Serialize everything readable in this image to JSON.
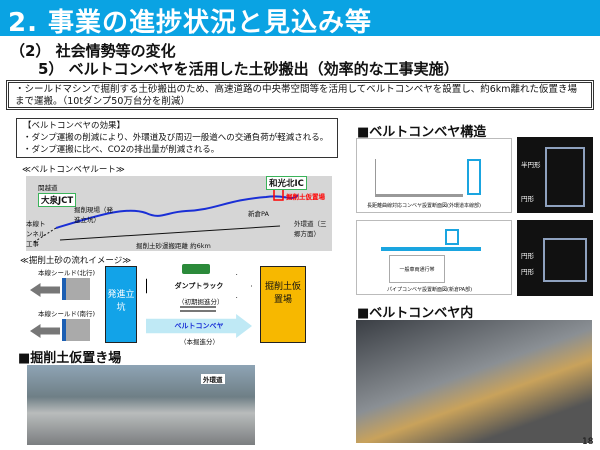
{
  "title": "2. 事業の進捗状況と見込み等",
  "section": "（2） 社会情勢等の変化",
  "subsection": "5） ベルトコンベヤを活用した土砂搬出（効率的な工事実施）",
  "summary": "・シールドマシンで掘削する土砂搬出のため、高速道路の中央帯空間等を活用してベルトコンベヤを設置し、約6km離れた仮置き場まで運搬。（10tダンプ50万台分を削減）",
  "effects": {
    "heading": "【ベルトコンベヤの効果】",
    "items": [
      "・ダンプ運搬の削減により、外環道及び周辺一般道への交通負荷が軽減される。",
      "・ダンプ運搬に比べ、CO2の排出量が削減される。"
    ]
  },
  "route": {
    "heading": "≪ベルトコンベヤルート≫",
    "kanetsu": "関越道",
    "oizumi": "大泉JCT",
    "wako": "和光北IC",
    "yard": "掘削土仮置場",
    "site": "掘削現場（発進立坑）",
    "tunnel": "本線トンネル工事",
    "niikura": "新倉PA",
    "gaikan": "外環道（三郷方面）",
    "distance": "掘削土砂運搬距離 約6km"
  },
  "flow": {
    "heading": "≪掘削土砂の流れイメージ≫",
    "north": "本線シールド(北行)",
    "south": "本線シールド(南行)",
    "shaft": "発進立坑",
    "truck": "ダンプトラック",
    "truck_note": "（初期掘進分）",
    "conveyor": "ベルトコンベヤ",
    "conveyor_note": "（本掘進分）",
    "yard": "掘削土仮置場"
  },
  "yard_section": {
    "heading": "■掘削土仮置き場",
    "label": "外環道"
  },
  "structure": {
    "heading": "■ベルトコンベヤ構造",
    "cap1": "長距離曲線対応コンベヤ設置断面図(外環道本線部)",
    "cap2": "パイプコンベヤ設置断面図(新倉PA部)",
    "half": "半円形",
    "round": "円形",
    "round2": "円形",
    "round3": "円形",
    "lane": "一般車両通行帯"
  },
  "inside": {
    "heading": "■ベルトコンベヤ内"
  },
  "page_number": "18"
}
